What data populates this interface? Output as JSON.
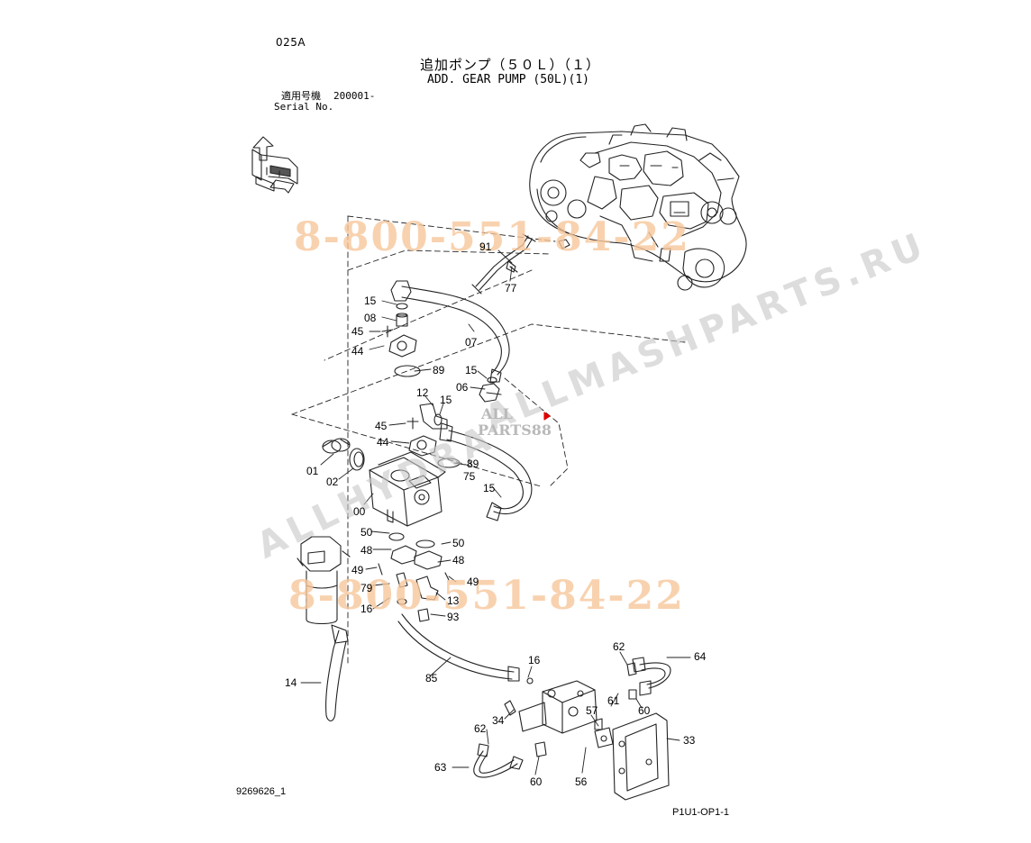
{
  "header": {
    "section_code": "025A",
    "title_jp": "追加ポンプ（５０Ｌ）（１）",
    "title_en": "ADD. GEAR PUMP (50L)(1)",
    "serial_label_jp": "適用号機",
    "serial_value": "200001-",
    "serial_label_en": "Serial No."
  },
  "footer": {
    "drawing_number": "9269626_1",
    "page_code": "P1U1-OP1-1"
  },
  "watermarks": {
    "phone_top": "8-800-551-84-22",
    "phone_bottom": "8-800-551-84-22",
    "diagonal_left": "ALLHYDRA",
    "diagonal_right": "ALLMASHPARTS.RU",
    "logo_line1": "ALL",
    "logo_line2": "PARTS88"
  },
  "callouts": [
    {
      "id": "c91",
      "text": "91"
    },
    {
      "id": "c77",
      "text": "77"
    },
    {
      "id": "c15a",
      "text": "15"
    },
    {
      "id": "c08",
      "text": "08"
    },
    {
      "id": "c45a",
      "text": "45"
    },
    {
      "id": "c44a",
      "text": "44"
    },
    {
      "id": "c07",
      "text": "07"
    },
    {
      "id": "c89a",
      "text": "89"
    },
    {
      "id": "c15b",
      "text": "15"
    },
    {
      "id": "c06",
      "text": "06"
    },
    {
      "id": "c12",
      "text": "12"
    },
    {
      "id": "c15c",
      "text": "15"
    },
    {
      "id": "c45b",
      "text": "45"
    },
    {
      "id": "c44b",
      "text": "44"
    },
    {
      "id": "c89b",
      "text": "89"
    },
    {
      "id": "c75",
      "text": "75"
    },
    {
      "id": "c01",
      "text": "01"
    },
    {
      "id": "c02",
      "text": "02"
    },
    {
      "id": "c15d",
      "text": "15"
    },
    {
      "id": "c00",
      "text": "00"
    },
    {
      "id": "c50a",
      "text": "50"
    },
    {
      "id": "c50b",
      "text": "50"
    },
    {
      "id": "c48a",
      "text": "48"
    },
    {
      "id": "c48b",
      "text": "48"
    },
    {
      "id": "c49a",
      "text": "49"
    },
    {
      "id": "c49b",
      "text": "49"
    },
    {
      "id": "c79",
      "text": "79"
    },
    {
      "id": "c13",
      "text": "13"
    },
    {
      "id": "c16a",
      "text": "16"
    },
    {
      "id": "c93",
      "text": "93"
    },
    {
      "id": "c14",
      "text": "14"
    },
    {
      "id": "c85",
      "text": "85"
    },
    {
      "id": "c16b",
      "text": "16"
    },
    {
      "id": "c62a",
      "text": "62"
    },
    {
      "id": "c64",
      "text": "64"
    },
    {
      "id": "c61",
      "text": "61"
    },
    {
      "id": "c60a",
      "text": "60"
    },
    {
      "id": "c57",
      "text": "57"
    },
    {
      "id": "c34",
      "text": "34"
    },
    {
      "id": "c62b",
      "text": "62"
    },
    {
      "id": "c33",
      "text": "33"
    },
    {
      "id": "c63",
      "text": "63"
    },
    {
      "id": "c60b",
      "text": "60"
    },
    {
      "id": "c56",
      "text": "56"
    }
  ]
}
